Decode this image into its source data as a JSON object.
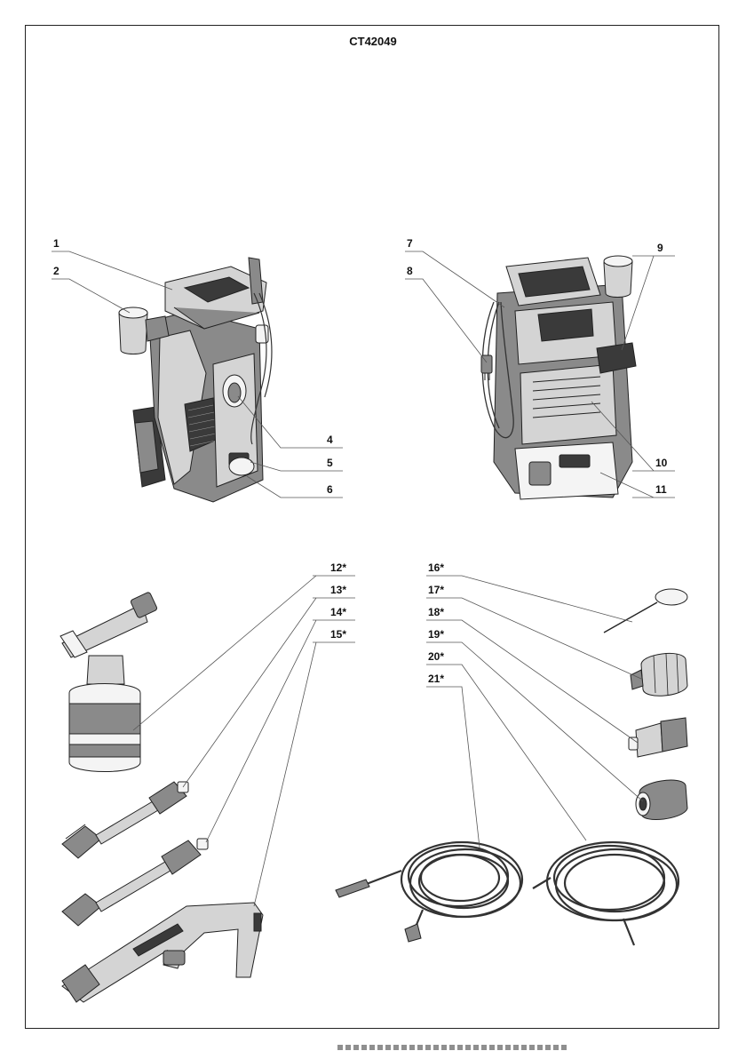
{
  "document": {
    "model": "CT42049"
  },
  "callouts": [
    {
      "id": "c1",
      "text": "1"
    },
    {
      "id": "c2",
      "text": "2"
    },
    {
      "id": "c3",
      "text": "4"
    },
    {
      "id": "c4",
      "text": "5"
    },
    {
      "id": "c5",
      "text": "6"
    },
    {
      "id": "c6",
      "text": "7"
    },
    {
      "id": "c7",
      "text": "8"
    },
    {
      "id": "c8",
      "text": "9"
    },
    {
      "id": "c9",
      "text": "10"
    },
    {
      "id": "c10",
      "text": "11"
    },
    {
      "id": "c11",
      "text": "12*"
    },
    {
      "id": "c12",
      "text": "13*"
    },
    {
      "id": "c13",
      "text": "14*"
    },
    {
      "id": "c14",
      "text": "15*"
    },
    {
      "id": "c15",
      "text": "16*"
    },
    {
      "id": "c16",
      "text": "17*"
    },
    {
      "id": "c17",
      "text": "18*"
    },
    {
      "id": "c18",
      "text": "19*"
    },
    {
      "id": "c19",
      "text": "20*"
    },
    {
      "id": "c20",
      "text": "21*"
    }
  ]
}
